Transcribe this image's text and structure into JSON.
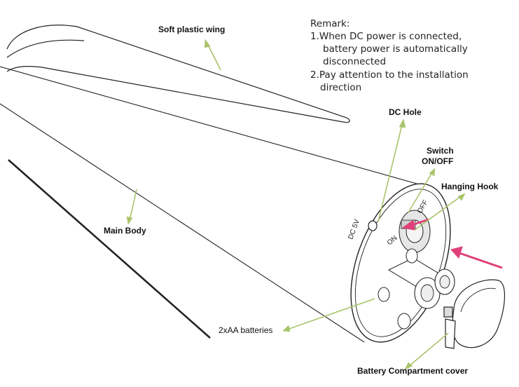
{
  "remark": {
    "title": "Remark:",
    "lines": [
      "1.When  DC power is connected,",
      "battery power is  automatically",
      "disconnected",
      "2.Pay attention to the installation",
      "direction"
    ]
  },
  "labels": {
    "soft_plastic_wing": "Soft plastic wing",
    "dc_hole": "DC Hole",
    "switch_line1": "Switch",
    "switch_line2": "ON/OFF",
    "hanging_hook": "Hanging Hook",
    "main_body": "Main Body",
    "batteries": "2xAA batteries",
    "battery_cover": "Battery Compartment cover"
  },
  "endcap_markings": {
    "dc": "DC 5V",
    "on": "ON",
    "off": "OFF"
  },
  "colors": {
    "pointer_green": "#a9c46a",
    "arrow_pink": "#e0407a",
    "outline": "#222222"
  }
}
